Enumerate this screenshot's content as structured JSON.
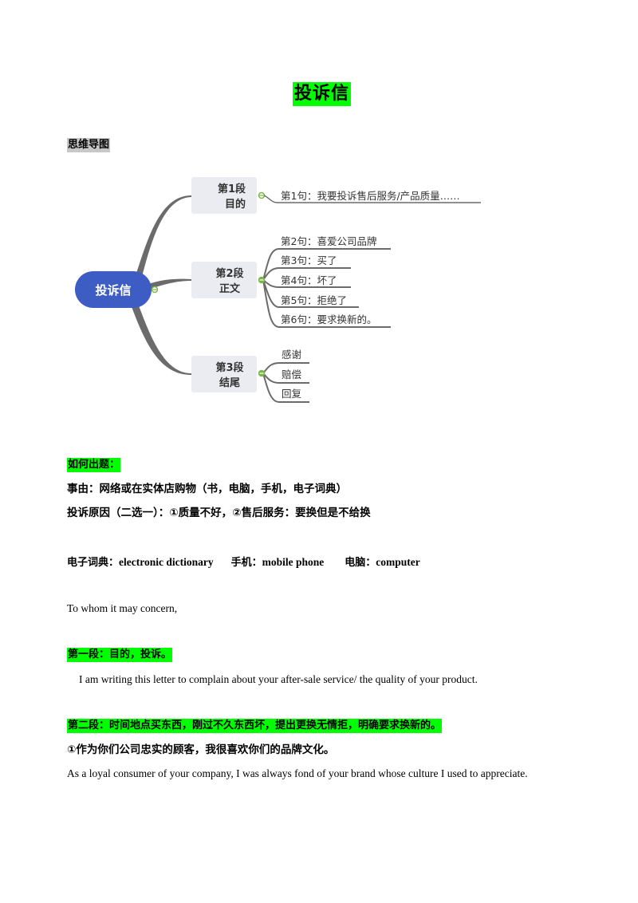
{
  "document": {
    "title": "投诉信",
    "mindmap_label": "思维导图"
  },
  "mindmap": {
    "root": "投诉信",
    "colors": {
      "root": "#3d5cc4",
      "box": "#eaecf2",
      "branch": "#6b6b6b",
      "collapse": "#7ab648"
    },
    "branches": [
      {
        "line1": "第1段",
        "line2": "目的",
        "children": [
          "第1句：我要投诉售后服务/产品质量……"
        ]
      },
      {
        "line1": "第2段",
        "line2": "正文",
        "children": [
          "第2句：喜爱公司品牌",
          "第3句：买了",
          "第4句：坏了",
          "第5句：拒绝了",
          "第6句：要求换新的。"
        ]
      },
      {
        "line1": "第3段",
        "line2": "结尾",
        "children": [
          "感谢",
          "赔偿",
          "回复"
        ]
      }
    ]
  },
  "section_how": {
    "heading": "如何出题：",
    "reason": "事由：网络或在实体店购物（书，电脑，手机，电子词典）",
    "complaint": "投诉原因（二选一）：①质量不好，②售后服务：要换但是不给换"
  },
  "vocab": [
    {
      "cn": "电子词典：",
      "en": "electronic dictionary"
    },
    {
      "cn": "手机：",
      "en": "mobile phone"
    },
    {
      "cn": "电脑：",
      "en": "computer"
    }
  ],
  "letter": {
    "salutation": "To whom it may concern,",
    "para1_heading": "第一段：目的，投诉。",
    "para1_text": "I am writing this letter to complain about your after-sale service/ the quality of your product.",
    "para2_heading": "第二段：时间地点买东西，刚过不久东西坏，提出更换无情拒，明确要求换新的。",
    "para2_point1_cn": "①作为你们公司忠实的顾客，我很喜欢你们的品牌文化。",
    "para2_point1_en": "As a loyal consumer of your company, I was always fond of your brand whose culture I used to appreciate."
  },
  "colors": {
    "highlight": "#00ff00",
    "label_bg": "#c8c8c8"
  }
}
